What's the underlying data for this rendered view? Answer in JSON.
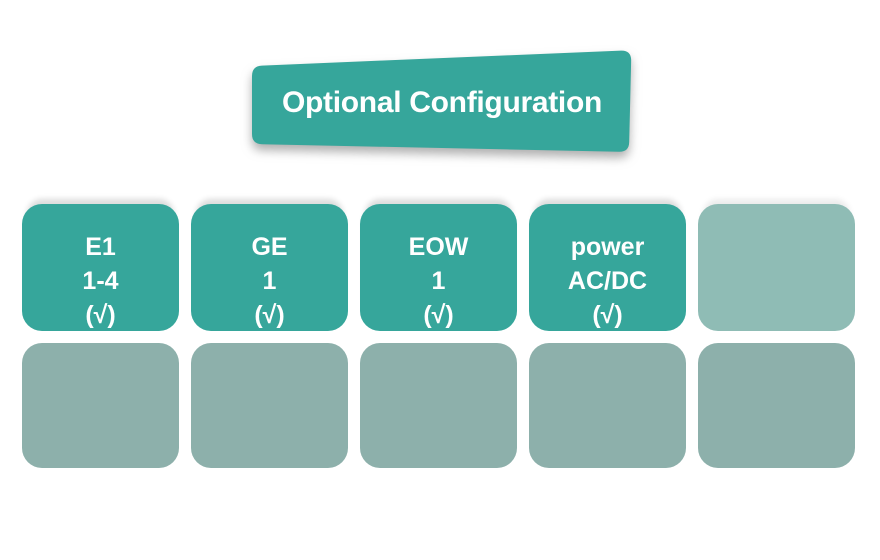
{
  "banner": {
    "title": "Optional Configuration"
  },
  "grid": {
    "row1": {
      "cards": [
        {
          "name": "e1",
          "lines": [
            "E1",
            "1-4",
            "(√)"
          ]
        },
        {
          "name": "ge",
          "lines": [
            "GE",
            "1",
            "(√)"
          ]
        },
        {
          "name": "eow",
          "lines": [
            "EOW",
            "1",
            "(√)"
          ]
        },
        {
          "name": "power",
          "lines": [
            "power",
            "AC/DC",
            "(√)"
          ]
        },
        {
          "name": "empty",
          "lines": []
        }
      ]
    },
    "row2": {
      "card_count": 5
    }
  },
  "colors": {
    "teal": "#36A69B",
    "light_teal": "#8FBCB5",
    "sage_gray": "#8DB0AB",
    "label_text": "#FFFFFF",
    "background": "#FFFFFF"
  }
}
